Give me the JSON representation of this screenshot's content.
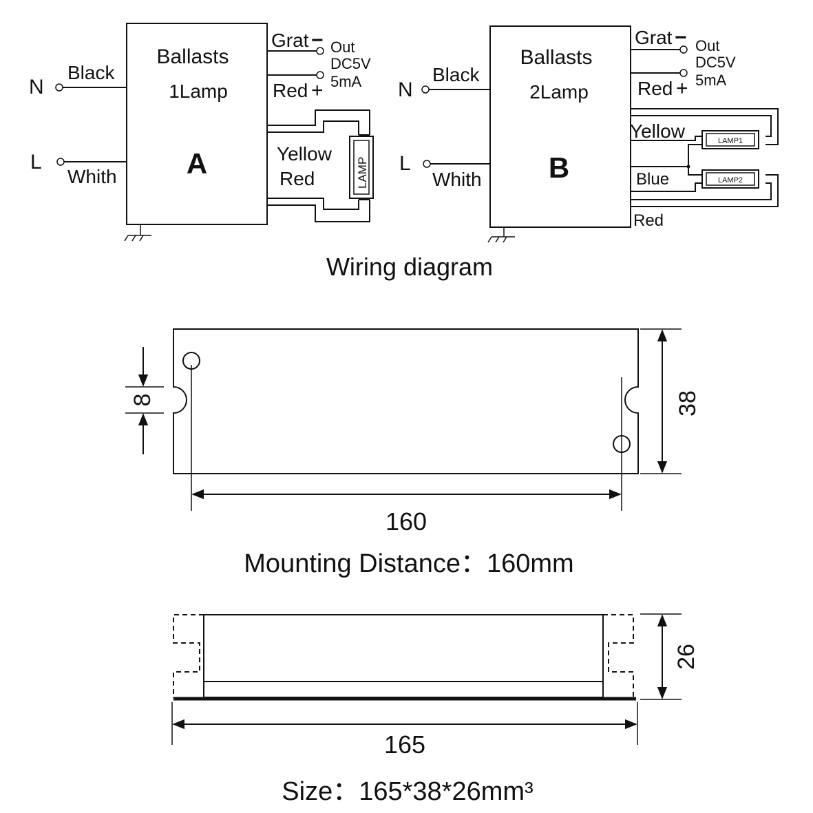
{
  "wiring": {
    "title": "Wiring diagram",
    "A": {
      "box_title": "Ballasts",
      "box_subtitle": "1Lamp",
      "letter": "A",
      "n_label": "N",
      "l_label": "L",
      "black_label": "Black",
      "white_label": "Whith",
      "grat_label": "Grat",
      "grat_sign": "−",
      "red_label": "Red",
      "red_sign": "+",
      "out_label": "Out",
      "dc_label": "DC5V",
      "ma_label": "5mA",
      "yellow_label": "Yellow",
      "red2_label": "Red",
      "lamp_label": "LAMP"
    },
    "B": {
      "box_title": "Ballasts",
      "box_subtitle": "2Lamp",
      "letter": "B",
      "n_label": "N",
      "l_label": "L",
      "black_label": "Black",
      "white_label": "Whith",
      "grat_label": "Grat",
      "grat_sign": "−",
      "red_label": "Red",
      "red_sign": "+",
      "out_label": "Out",
      "dc_label": "DC5V",
      "ma_label": "5mA",
      "yellow_label": "Yellow",
      "blue_label": "Blue",
      "red2_label": "Red",
      "lamp1_label": "LAMP1",
      "lamp2_label": "LAMP2"
    }
  },
  "mounting": {
    "slot_dim": "8",
    "height_dim": "38",
    "length_dim": "160",
    "caption": "Mounting  Distance：160mm"
  },
  "size": {
    "height_dim": "26",
    "length_dim": "165",
    "caption": "Size：165*38*26mm³"
  }
}
